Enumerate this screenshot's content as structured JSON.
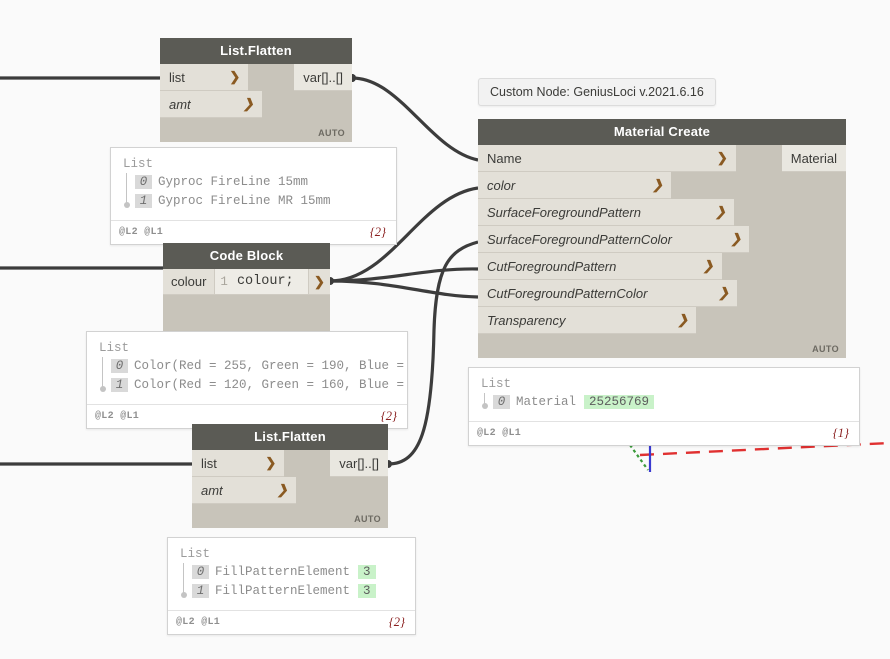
{
  "canvas": {
    "background": "#fafafa",
    "wire_color": "#3c3c3c",
    "header_color": "#5b5b55",
    "body_color": "#c8c4ba",
    "port_color": "#e3e0d8",
    "highlight_color": "#c9f2c9",
    "count_color": "#8a1f1f"
  },
  "tooltip": {
    "text": "Custom Node: GeniusLoci v.2021.6.16"
  },
  "nodes": {
    "flatten_top": {
      "title": "List.Flatten",
      "inputs": [
        {
          "label": "list",
          "optional": false,
          "chevron": "❯"
        },
        {
          "label": "amt",
          "optional": true,
          "chevron": "❯"
        }
      ],
      "output": "var[]..[]",
      "badge": "AUTO"
    },
    "code_block": {
      "title": "Code Block",
      "input_label": "colour",
      "line_number": "1",
      "code": "colour;",
      "output_chevron": "❯",
      "badge": ""
    },
    "flatten_bottom": {
      "title": "List.Flatten",
      "inputs": [
        {
          "label": "list",
          "optional": false,
          "chevron": "❯"
        },
        {
          "label": "amt",
          "optional": true,
          "chevron": "❯"
        }
      ],
      "output": "var[]..[]",
      "badge": "AUTO"
    },
    "material_create": {
      "title": "Material Create",
      "inputs": [
        {
          "label": "Name",
          "optional": false,
          "chevron": "❯"
        },
        {
          "label": "color",
          "optional": true,
          "chevron": "❯"
        },
        {
          "label": "SurfaceForegroundPattern",
          "optional": true,
          "chevron": "❯"
        },
        {
          "label": "SurfaceForegroundPatternColor",
          "optional": true,
          "chevron": "❯"
        },
        {
          "label": "CutForegroundPattern",
          "optional": true,
          "chevron": "❯"
        },
        {
          "label": "CutForegroundPatternColor",
          "optional": true,
          "chevron": "❯"
        },
        {
          "label": "Transparency",
          "optional": true,
          "chevron": "❯"
        }
      ],
      "output": "Material",
      "badge": "AUTO"
    }
  },
  "previews": {
    "materials": {
      "title": "List",
      "rows": [
        {
          "index": "0",
          "value": "Gyproc FireLine 15mm",
          "highlight": ""
        },
        {
          "index": "1",
          "value": "Gyproc FireLine MR 15mm",
          "highlight": ""
        }
      ],
      "levels": "@L2 @L1",
      "count": "{2}"
    },
    "colours": {
      "title": "List",
      "rows": [
        {
          "index": "0",
          "value": "Color(Red = 255, Green = 190, Blue =",
          "highlight": ""
        },
        {
          "index": "1",
          "value": "Color(Red = 120, Green = 160, Blue =",
          "highlight": ""
        }
      ],
      "levels": "@L2 @L1",
      "count": "{2}"
    },
    "material_out": {
      "title": "List",
      "rows": [
        {
          "index": "0",
          "value": "Material",
          "highlight": "25256769"
        }
      ],
      "levels": "@L2 @L1",
      "count": "{1}"
    },
    "fill_patterns": {
      "title": "List",
      "rows": [
        {
          "index": "0",
          "value": "FillPatternElement",
          "highlight": "3"
        },
        {
          "index": "1",
          "value": "FillPatternElement",
          "highlight": "3"
        }
      ],
      "levels": "@L2 @L1",
      "count": "{2}"
    }
  },
  "background_geometry": {
    "red_dashed_color": "#e03030",
    "blue_line_color": "#3a3ad0",
    "green_dotted_color": "#3a9a3a"
  }
}
